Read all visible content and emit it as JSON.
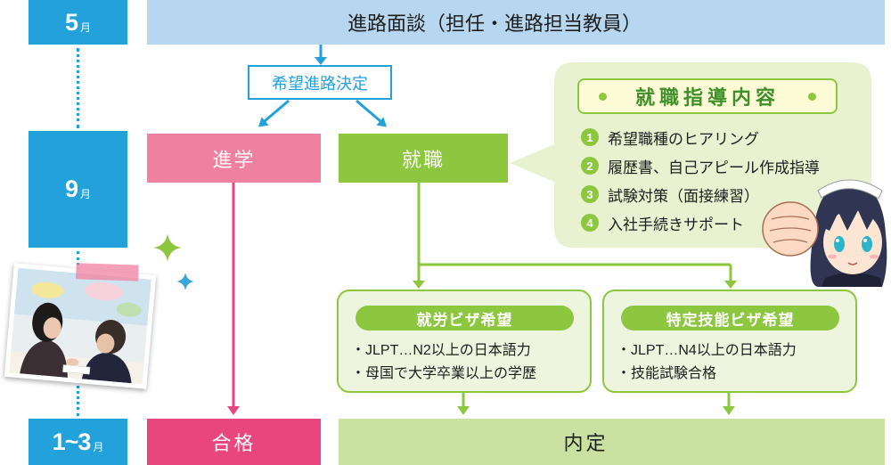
{
  "timeline": {
    "may": {
      "num": "5",
      "unit": "月"
    },
    "sep": {
      "num": "9",
      "unit": "月"
    },
    "jan_mar": {
      "num": "1~3",
      "unit": "月"
    }
  },
  "interview": "進路面談（担任・進路担当教員）",
  "decision": "希望進路決定",
  "branches": {
    "further_study": "進学",
    "employment": "就職"
  },
  "guidance": {
    "title": "就職指導内容",
    "items": [
      {
        "num": "1",
        "text": "希望職種のヒアリング"
      },
      {
        "num": "2",
        "text": "履歴書、自己アピール作成指導"
      },
      {
        "num": "3",
        "text": "試験対策（面接練習）"
      },
      {
        "num": "4",
        "text": "入社手続きサポート"
      }
    ]
  },
  "visas": [
    {
      "title": "就労ビザ希望",
      "items": [
        "・JLPT…N2以上の日本語力",
        "・母国で大学卒業以上の学歴"
      ]
    },
    {
      "title": "特定技能ビザ希望",
      "items": [
        "・JLPT…N4以上の日本語力",
        "・技能試験合格"
      ]
    }
  ],
  "outcomes": {
    "pass": "合格",
    "job_offer": "内定"
  },
  "colors": {
    "month_blue": "#22a1da",
    "interview_bar": "#b7d6ef",
    "further_study_pink": "#f0809f",
    "pass_pink": "#e8467c",
    "employment_green": "#8dc63f",
    "bubble": "#e8f1d0",
    "visa_card": "#eef5df",
    "offer_green": "#c9e2a2",
    "title_yellow": "#fdfbd6",
    "title_green": "#3f8f2a"
  }
}
